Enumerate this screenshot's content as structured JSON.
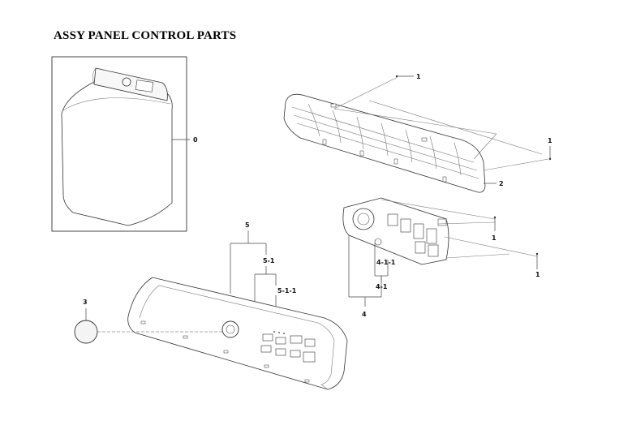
{
  "title": "ASSY PANEL CONTROL PARTS",
  "labels": {
    "l0": "0",
    "l1a": "1",
    "l1b": "1",
    "l1c": "1",
    "l1d": "1",
    "l2": "2",
    "l3": "3",
    "l4": "4",
    "l4_1": "4-1",
    "l4_1_1": "4-1-1",
    "l5": "5",
    "l5_1": "5-1",
    "l5_1_1": "5-1-1"
  }
}
